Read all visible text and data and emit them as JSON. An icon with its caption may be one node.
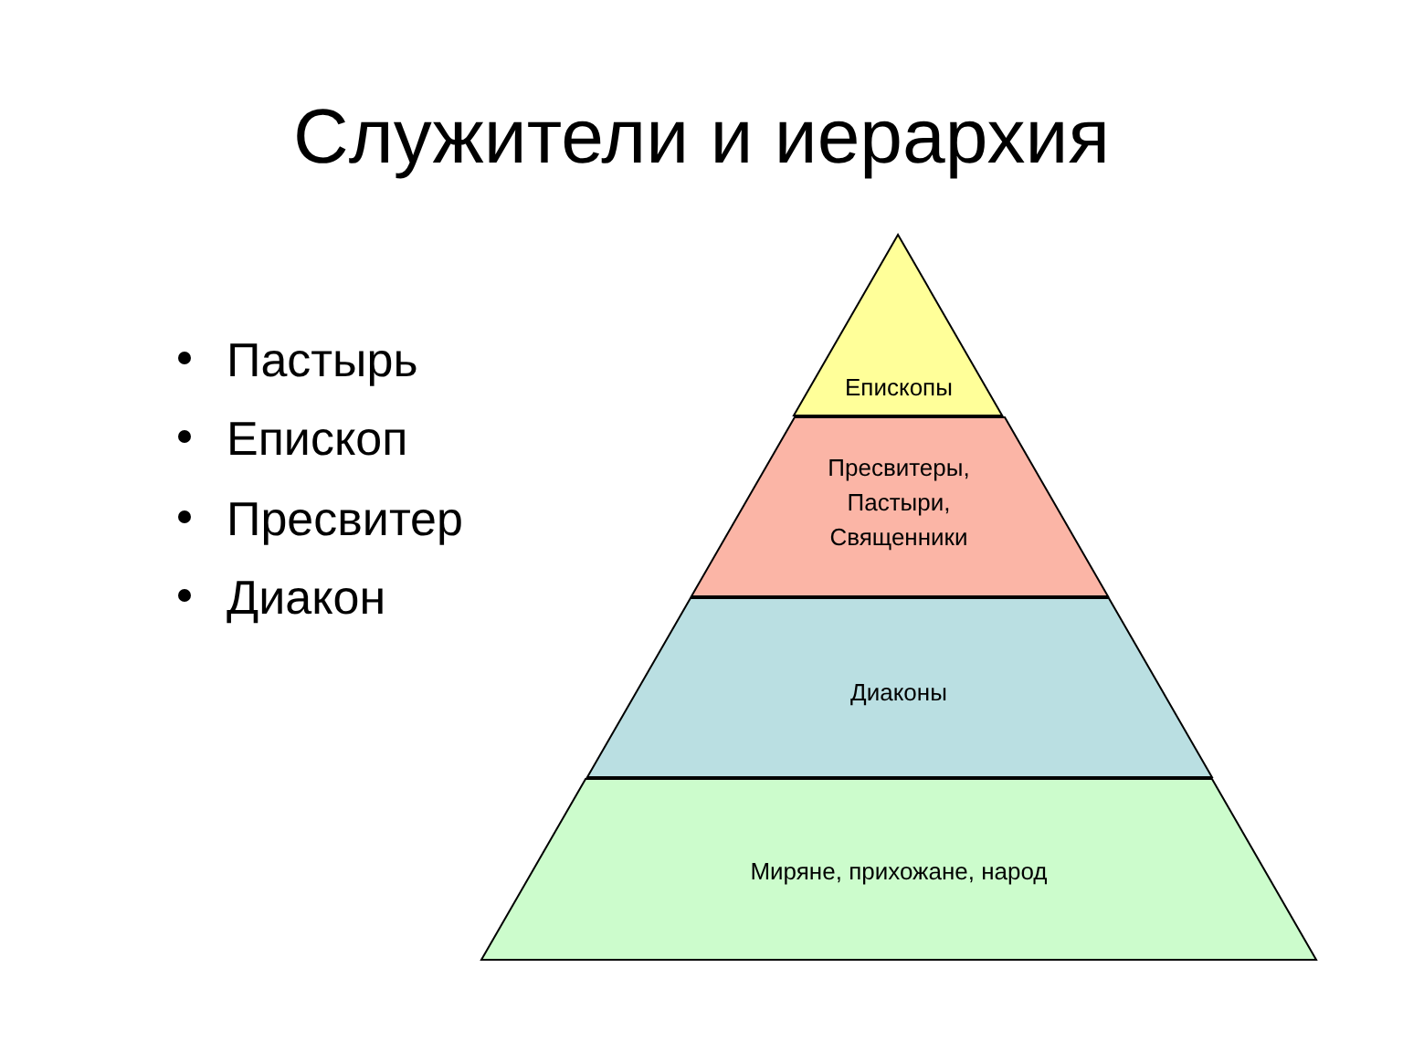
{
  "diagram": {
    "title": "Служители и иерархия",
    "nodes": [
      {
        "text": [
          "Епископы"
        ]
      },
      {
        "text": [
          "Пресвитеры, Пастыри, Священники"
        ]
      },
      {
        "text": [
          "Диаконы"
        ]
      },
      {
        "text": [
          "Миряне, прихожане, народ"
        ]
      }
    ],
    "labels": [
      "Пастырь",
      "Епископ",
      "Пресвитер",
      "Диакон"
    ]
  }
}
